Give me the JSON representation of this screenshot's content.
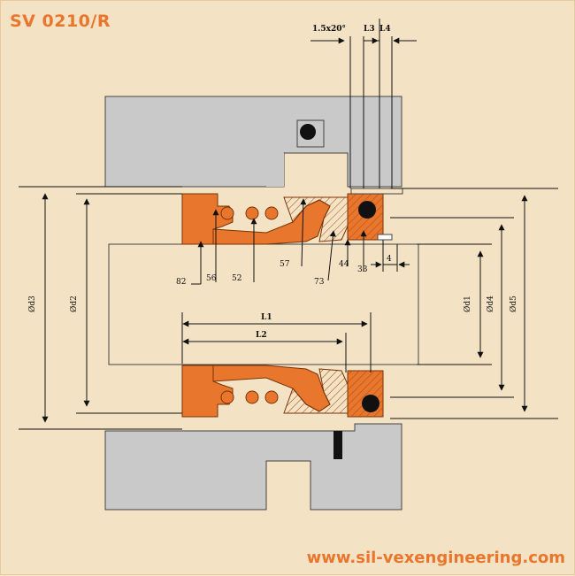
{
  "title": "SV 0210/R",
  "website": "www.sil-vexengineering.com",
  "labels": {
    "chamfer": "1.5x20°",
    "l3": "L3",
    "l4": "L4",
    "l1": "L1",
    "l2": "L2",
    "d1": "Ød1",
    "d2": "Ød2",
    "d3": "Ød3",
    "d4": "Ød4",
    "d5": "Ød5",
    "p82": "82",
    "p56": "56",
    "p52": "52",
    "p57": "57",
    "p73": "73",
    "p44": "44",
    "p33": "33",
    "p4": "4"
  },
  "colors": {
    "background": "#f3e2c4",
    "housing": "#c9c9c9",
    "seal": "#e8762c",
    "accent": "#e8762c"
  }
}
